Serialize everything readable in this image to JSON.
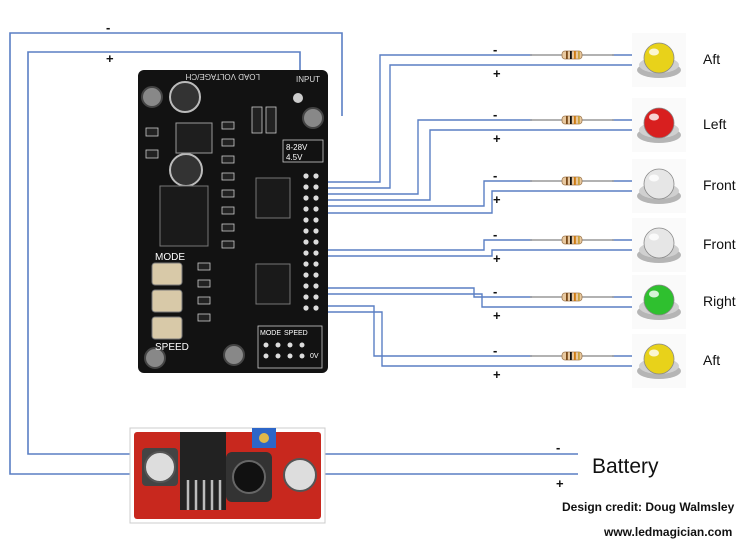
{
  "battery": {
    "label": "Battery",
    "minus": "-",
    "plus": "+"
  },
  "supply": {
    "minus": "-",
    "plus": "+"
  },
  "credit": {
    "text": "Design credit: Doug Walmsley"
  },
  "website": {
    "text": "www.ledmagician.com"
  },
  "board": {
    "header_text": "LOAD VOLTAGE/CH",
    "input_label": "INPUT",
    "voltage_range": "8-28V",
    "voltage_out": "4.5V",
    "mode_label": "MODE",
    "speed_label": "SPEED",
    "bottom_mode": "MODE",
    "bottom_speed": "SPEED",
    "ov_label": "0V"
  },
  "leds": [
    {
      "name": "Aft",
      "color": "#e8d21a",
      "minus": "-",
      "plus": "+"
    },
    {
      "name": "Left",
      "color": "#d81f1f",
      "minus": "-",
      "plus": "+"
    },
    {
      "name": "Front",
      "color": "#e6e6e6",
      "minus": "-",
      "plus": "+"
    },
    {
      "name": "Front",
      "color": "#e6e6e6",
      "minus": "-",
      "plus": "+"
    },
    {
      "name": "Right",
      "color": "#2fc02f",
      "minus": "-",
      "plus": "+"
    },
    {
      "name": "Aft",
      "color": "#e8d21a",
      "minus": "-",
      "plus": "+"
    }
  ],
  "colors": {
    "wire": "#5a7fc4",
    "board": "#121212",
    "buck": "#c8281e"
  }
}
